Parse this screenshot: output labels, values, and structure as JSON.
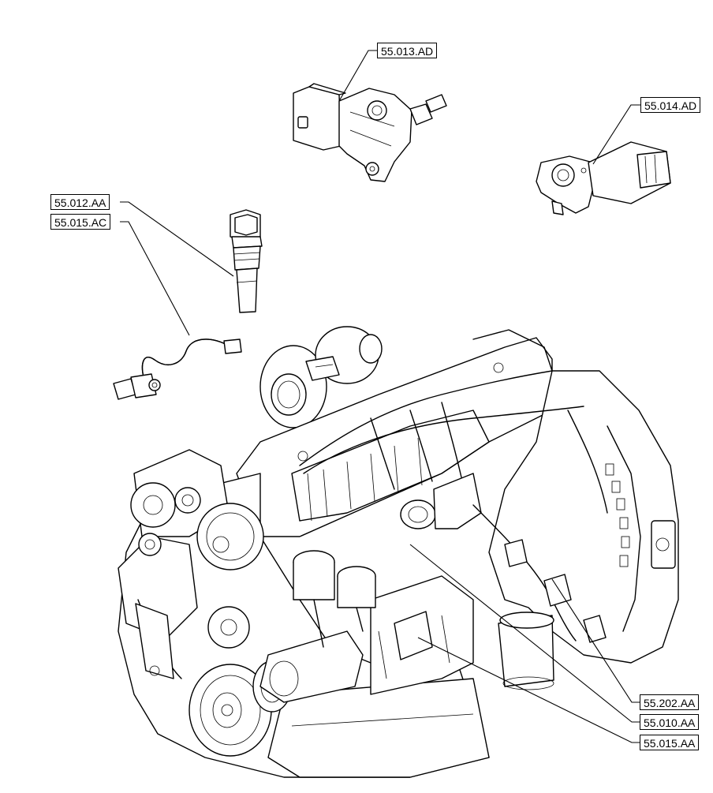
{
  "callouts": {
    "sensor_55_013_AD": "55.013.AD",
    "sensor_55_014_AD": "55.014.AD",
    "sensor_55_012_AA": "55.012.AA",
    "sensor_55_015_AC": "55.015.AC",
    "harness_55_202_AA": "55.202.AA",
    "harness_55_010_AA": "55.010.AA",
    "ecu_55_015_AA": "55.015.AA"
  }
}
